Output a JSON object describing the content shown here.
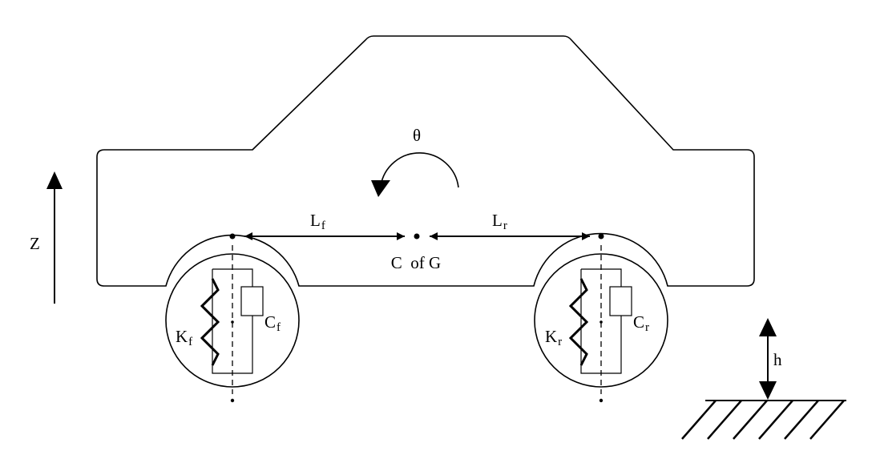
{
  "labels": {
    "theta": "θ",
    "z": "Z",
    "h": "h",
    "cog": "C  of G",
    "lf": {
      "main": "L",
      "sub": "f"
    },
    "lr": {
      "main": "L",
      "sub": "r"
    },
    "kf": {
      "main": "K",
      "sub": "f"
    },
    "kr": {
      "main": "K",
      "sub": "r"
    },
    "cf": {
      "main": "C",
      "sub": "f"
    },
    "cr": {
      "main": "C",
      "sub": "r"
    }
  }
}
